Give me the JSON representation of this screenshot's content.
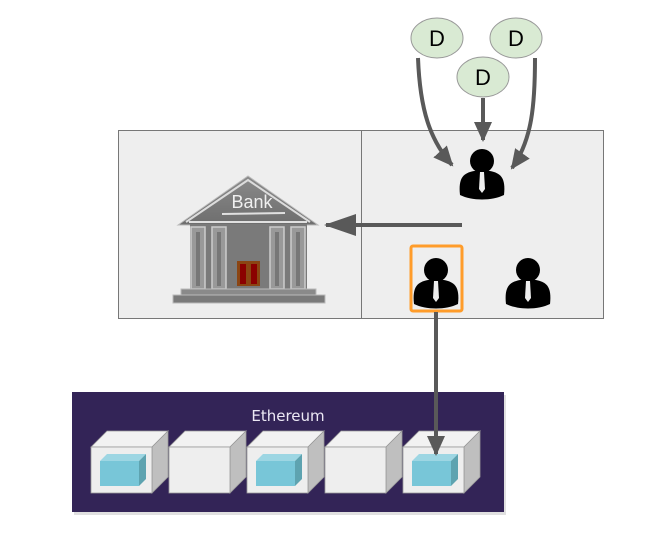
{
  "diagram": {
    "delegates": [
      {
        "label": "D"
      },
      {
        "label": "D"
      },
      {
        "label": "D"
      }
    ],
    "bank": {
      "label": "Bank"
    },
    "chain": {
      "title": "Ethereum",
      "blocks": [
        {
          "has_tx": true
        },
        {
          "has_tx": false
        },
        {
          "has_tx": true
        },
        {
          "has_tx": false
        },
        {
          "has_tx": true
        }
      ]
    },
    "colors": {
      "delegate_fill": "#d9ead3",
      "panel_fill": "#eeeeee",
      "chain_bg": "#332457",
      "highlight": "#ff9c2a",
      "arrow": "#595959",
      "tx_block": "#78c6d8",
      "door": "#8b0000"
    }
  }
}
